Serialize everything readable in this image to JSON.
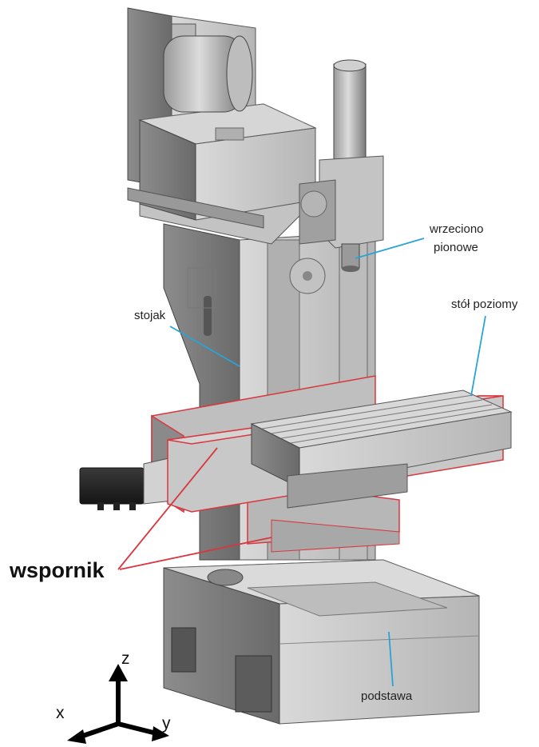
{
  "labels": {
    "spindle_line1": "wrzeciono",
    "spindle_line2": "pionowe",
    "column": "stojak",
    "table": "stół poziomy",
    "bracket": "wspornik",
    "base": "podstawa"
  },
  "axes": {
    "z": "z",
    "x": "x",
    "y": "y"
  },
  "colors": {
    "leader": "#2aa3d6",
    "highlight": "#d9363e",
    "metal_light": "#cfcfcf",
    "metal_mid": "#a8a8a8",
    "metal_dark": "#6b6b6b",
    "motor": "#2b2b2b"
  }
}
